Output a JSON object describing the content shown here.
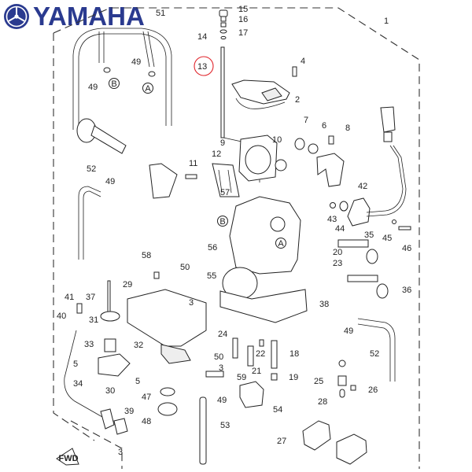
{
  "brand": {
    "name": "YAMAHA",
    "color": "#2a3a8f"
  },
  "diagram": {
    "highlight_color": "#e0242b",
    "highlighted_part": "13",
    "direction_badge": "FWD",
    "connectors": {
      "a": "A",
      "b": "B"
    },
    "callouts": {
      "c1": "1",
      "c2": "2",
      "c3a": "3",
      "c3b": "3",
      "c3c": "3",
      "c4": "4",
      "c5a": "5",
      "c5b": "5",
      "c6": "6",
      "c7": "7",
      "c8": "8",
      "c9": "9",
      "c10": "10",
      "c11": "11",
      "c12": "12",
      "c13": "13",
      "c14": "14",
      "c15": "15",
      "c16": "16",
      "c17": "17",
      "c18": "18",
      "c19": "19",
      "c20": "20",
      "c21": "21",
      "c22": "22",
      "c23": "23",
      "c24": "24",
      "c25": "25",
      "c26": "26",
      "c27": "27",
      "c28": "28",
      "c29": "29",
      "c30": "30",
      "c31": "31",
      "c32": "32",
      "c33": "33",
      "c34": "34",
      "c35": "35",
      "c36": "36",
      "c37": "37",
      "c38": "38",
      "c39": "39",
      "c40": "40",
      "c41": "41",
      "c42": "42",
      "c43": "43",
      "c44": "44",
      "c45": "45",
      "c46": "46",
      "c47": "47",
      "c48": "48",
      "c49a": "49",
      "c49b": "49",
      "c49c": "49",
      "c49d": "49",
      "c49e": "49",
      "c50a": "50",
      "c50b": "50",
      "c51": "51",
      "c52a": "52",
      "c52b": "52",
      "c53": "53",
      "c54": "54",
      "c55": "55",
      "c56": "56",
      "c57": "57",
      "c58": "58",
      "c59": "59"
    }
  }
}
